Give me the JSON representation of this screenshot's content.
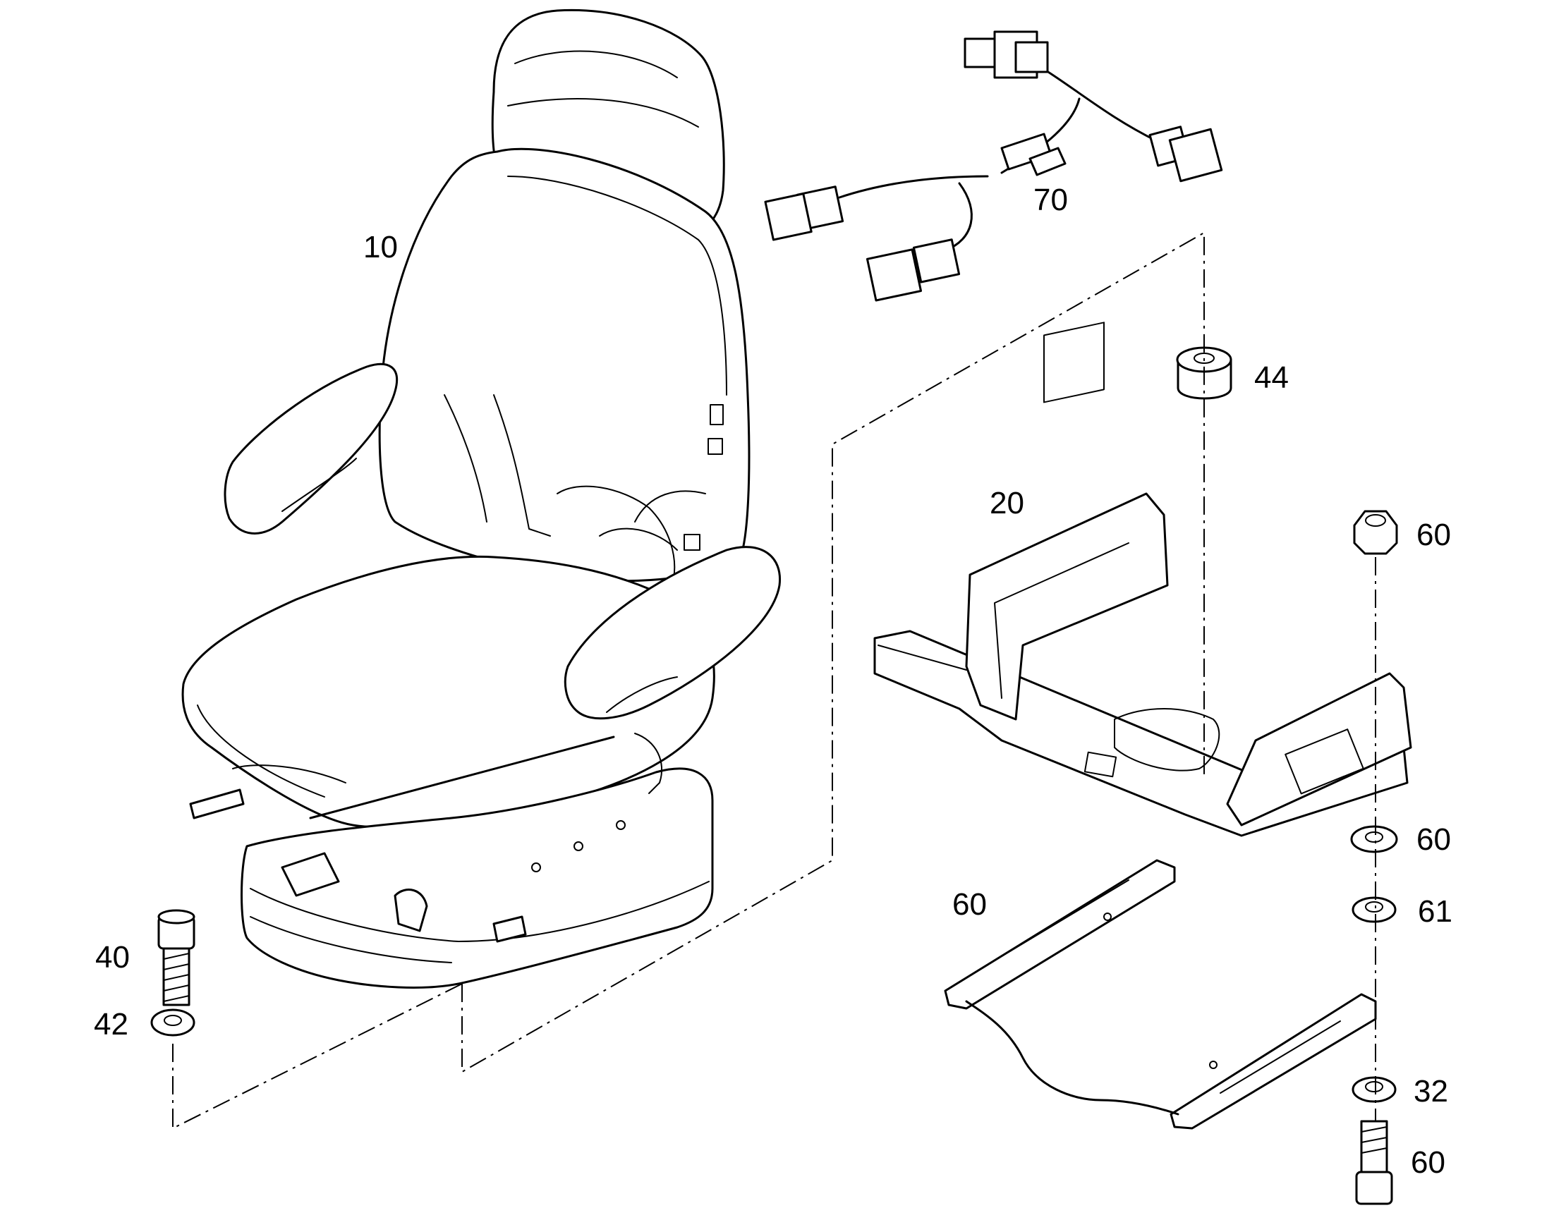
{
  "callouts": {
    "seat": "10",
    "console": "20",
    "cap_screw": "40",
    "washer_42": "42",
    "bushing": "44",
    "wire_harness": "70",
    "hex_nut": "60",
    "washer_upper": "60",
    "washer_61": "61",
    "slide_rails": "60",
    "washer_32": "32",
    "bolt_bottom": "60"
  }
}
